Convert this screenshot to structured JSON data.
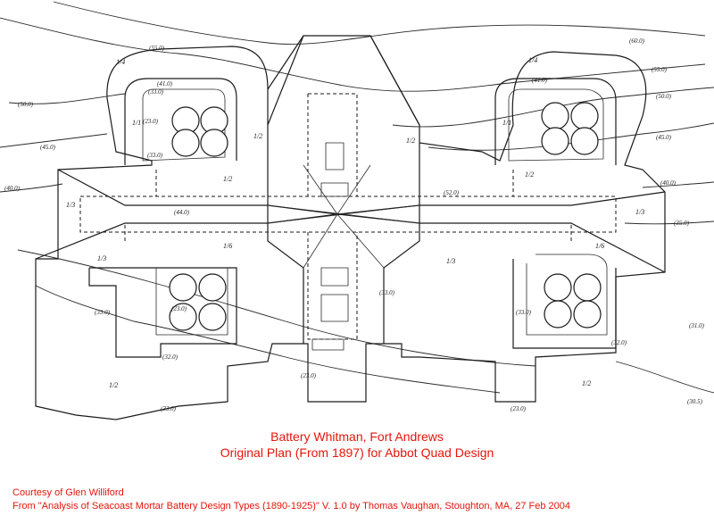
{
  "caption": {
    "title_line1": "Battery Whitman, Fort Andrews",
    "title_line2": "Original Plan (From 1897) for Abbot Quad Design"
  },
  "credits": {
    "courtesy": "Courtesy of Glen Williford",
    "source": "From \"Analysis of Seacoast Mortar Battery Design Types (1890-1925)\"  V. 1.0 by Thomas Vaughan, Stoughton, MA, 27 Feb 2004"
  },
  "drawing": {
    "contour_labels": [
      "(55.0)",
      "(60.0)",
      "(55.0)",
      "(50.0)",
      "(50.0)",
      "(45.0)",
      "(45.0)",
      "(40.0)",
      "(40.0)",
      "(35.0)",
      "(30.5)",
      "(31.0)"
    ],
    "elevation_labels": [
      "(41.0)",
      "(33.0)",
      "(23.0)",
      "(33.0)",
      "(41.0)",
      "(52.0)",
      "(44.0)",
      "(33.0)",
      "(23.0)",
      "(33.0)",
      "(23.0)",
      "(32.0)",
      "(32.0)",
      "(33.0)",
      "(33.0)",
      "(23.0)"
    ],
    "slope_labels": [
      "1/4",
      "1/4",
      "1/1",
      "1/1",
      "1/2",
      "1/2",
      "1/3",
      "1/3",
      "1/2",
      "1/2",
      "1/6",
      "1/6",
      "1/3",
      "1/3",
      "1/2",
      "1/2"
    ],
    "colors": {
      "ink": "#1a1a1a",
      "caption": "#e4150b",
      "paper": "#ffffff"
    }
  }
}
